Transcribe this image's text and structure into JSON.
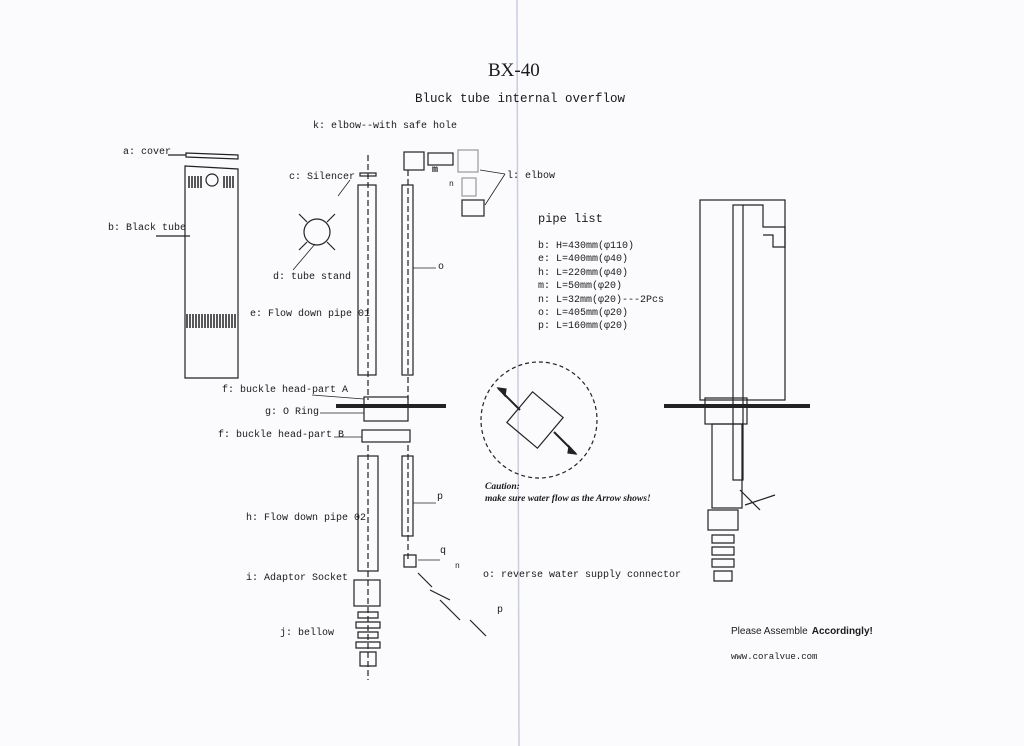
{
  "title": "BX-40",
  "subtitle": "Bluck tube internal overflow",
  "labels": {
    "k": "k: elbow--with safe hole",
    "a": "a: cover",
    "c": "c: Silencer",
    "l": "l: elbow",
    "m": "m",
    "n": "n",
    "b": "b: Black tube",
    "d": "d: tube stand",
    "o": "o",
    "e": "e: Flow down pipe 01",
    "fA": "f: buckle head-part A",
    "g": "g: O Ring",
    "fB": "f: buckle head-part B",
    "p": "p",
    "h": "h: Flow down pipe 02",
    "q": "q",
    "n2": "n",
    "o2": "o: reverse water supply connector",
    "i": "i: Adaptor Socket",
    "p2": "p",
    "j": "j: bellow"
  },
  "pipe_list": {
    "heading": "pipe list",
    "items": [
      "b: H=430mm(φ110)",
      "e: L=400mm(φ40)",
      "h: L=220mm(φ40)",
      "m: L=50mm(φ20)",
      "n: L=32mm(φ20)---2Pcs",
      "o: L=405mm(φ20)",
      "p: L=160mm(φ20)"
    ]
  },
  "caution": {
    "line1": "Caution:",
    "line2": "make sure water flow as the Arrow shows!"
  },
  "footer": {
    "assemble": "Please Assemble",
    "accordingly": "Accordingly!",
    "website": "www.coralvue.com"
  }
}
